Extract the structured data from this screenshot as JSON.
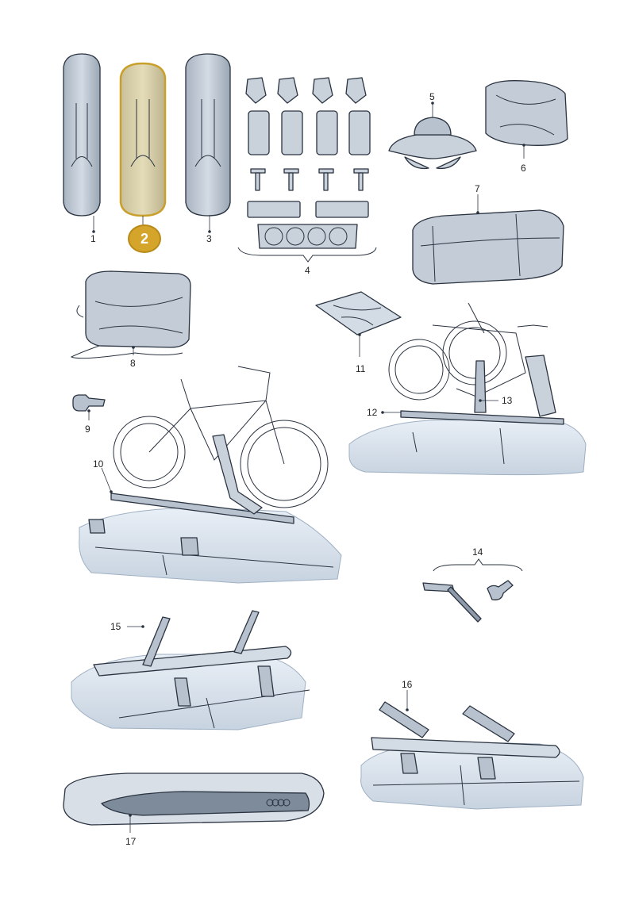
{
  "diagram": {
    "highlighted_part": "2",
    "highlight_color": "#d4a52a",
    "part_fill_color": "#c9d1db",
    "car_shade_color": "#dde6ef",
    "labels": {
      "p1": "1",
      "p2": "2",
      "p3": "3",
      "p4": "4",
      "p5": "5",
      "p6": "6",
      "p7": "7",
      "p8": "8",
      "p9": "9",
      "p10": "10",
      "p11": "11",
      "p12": "12",
      "p13": "13",
      "p14": "14",
      "p15": "15",
      "p16": "16",
      "p17": "17"
    }
  }
}
